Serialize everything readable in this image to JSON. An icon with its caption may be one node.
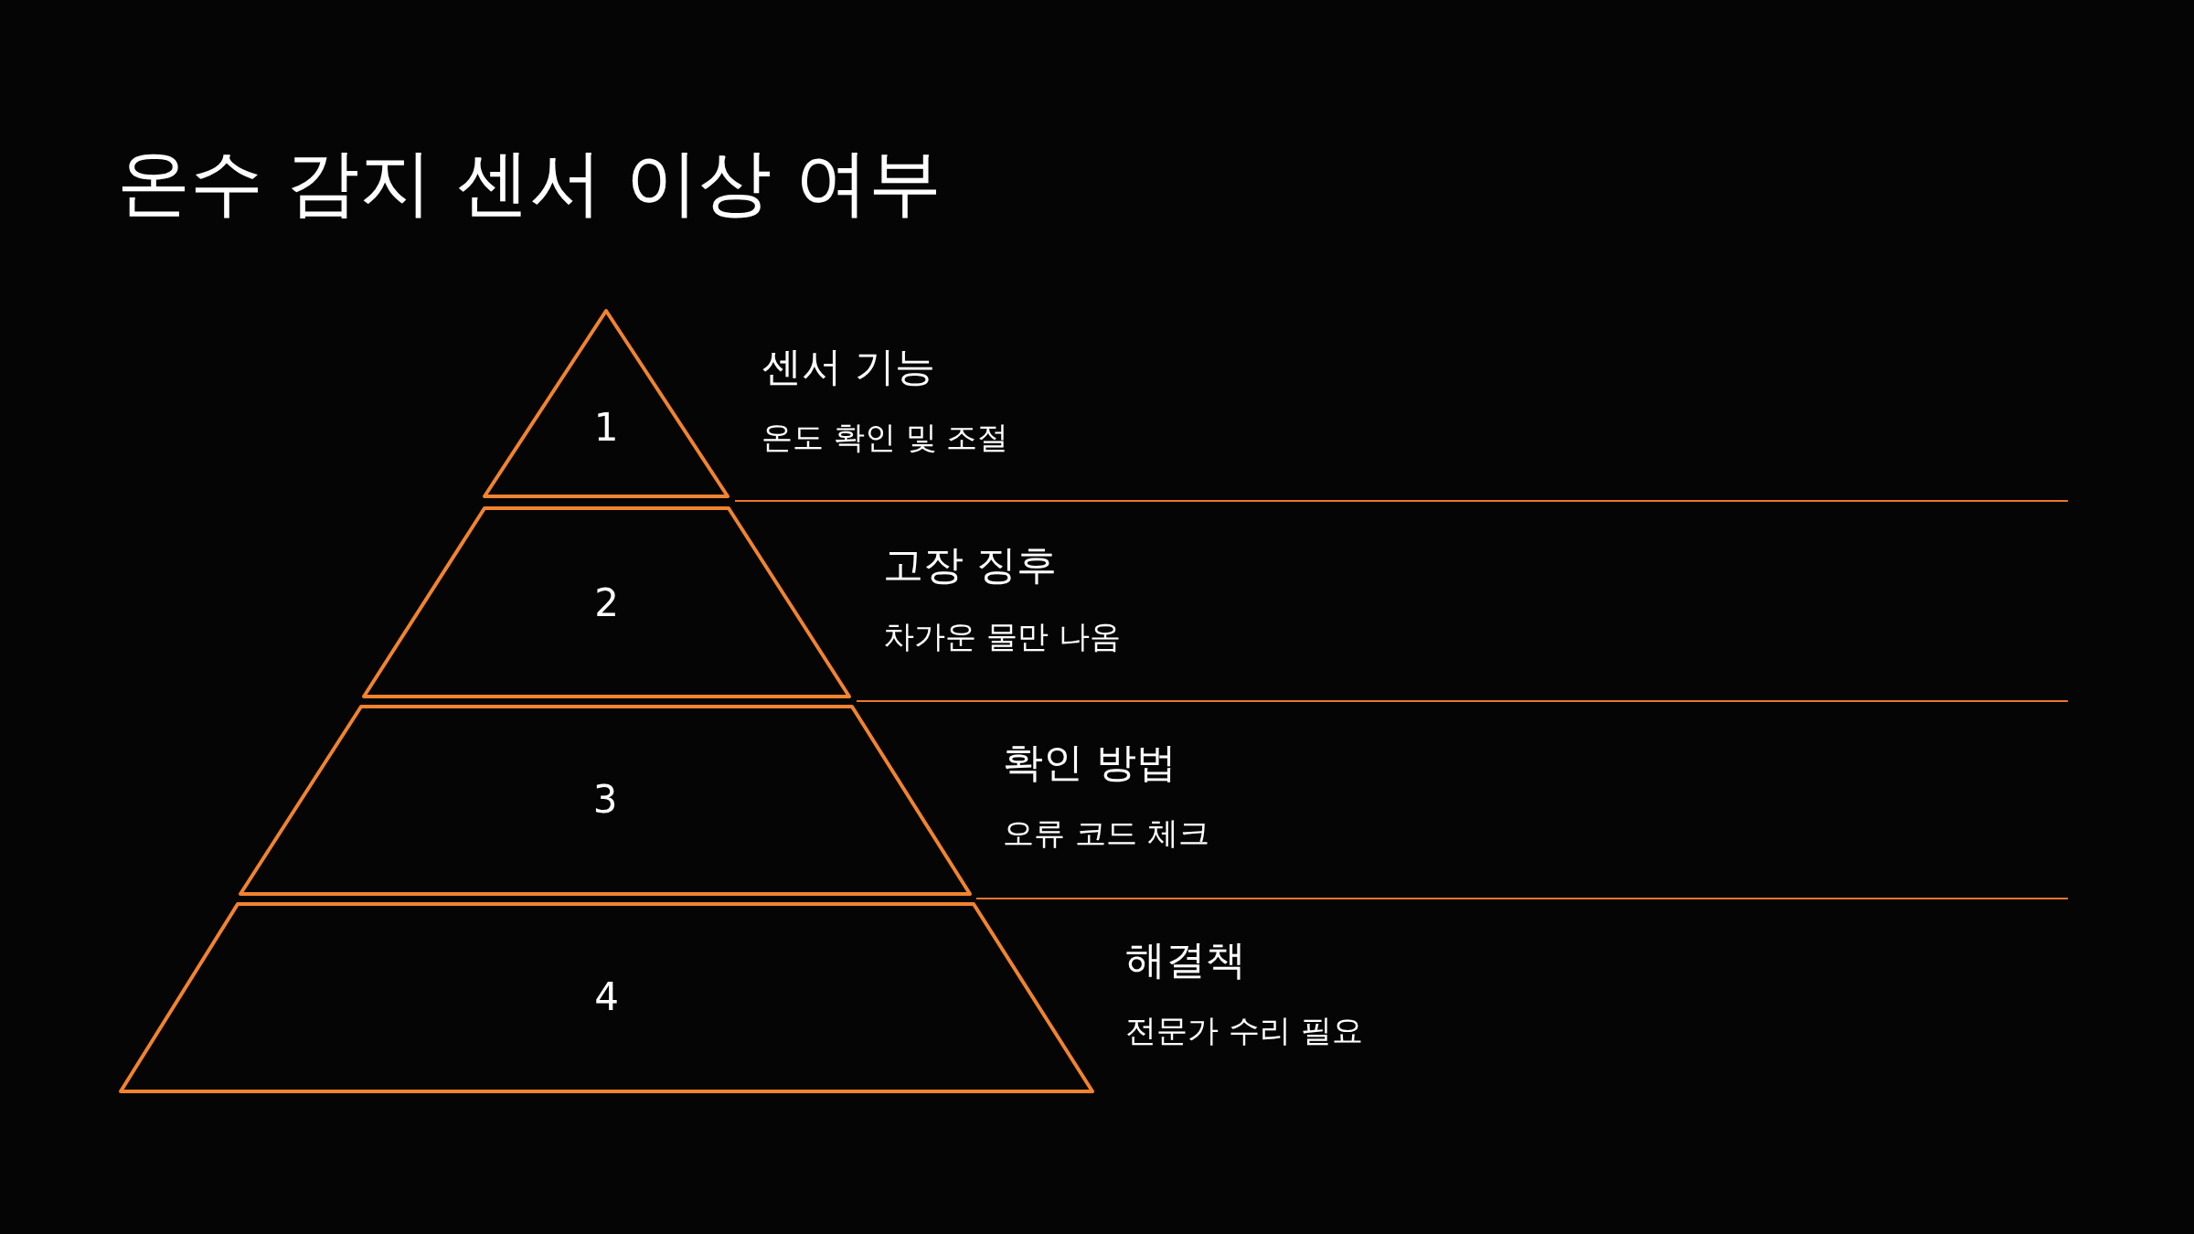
{
  "diagram": {
    "title": "온수 감지 센서 이상 여부",
    "nodes": [
      {
        "text": [
          "1"
        ],
        "beside": [
          "센서 기능",
          "온도 확인 및 조절"
        ]
      },
      {
        "text": [
          "2"
        ],
        "beside": [
          "고장 징후",
          "차가운 물만 나옴"
        ]
      },
      {
        "text": [
          "3"
        ],
        "beside": [
          "확인 방법",
          "오류 코드 체크"
        ]
      },
      {
        "text": [
          "4"
        ],
        "beside": [
          "해결책",
          "전문가 수리 필요"
        ]
      }
    ]
  }
}
